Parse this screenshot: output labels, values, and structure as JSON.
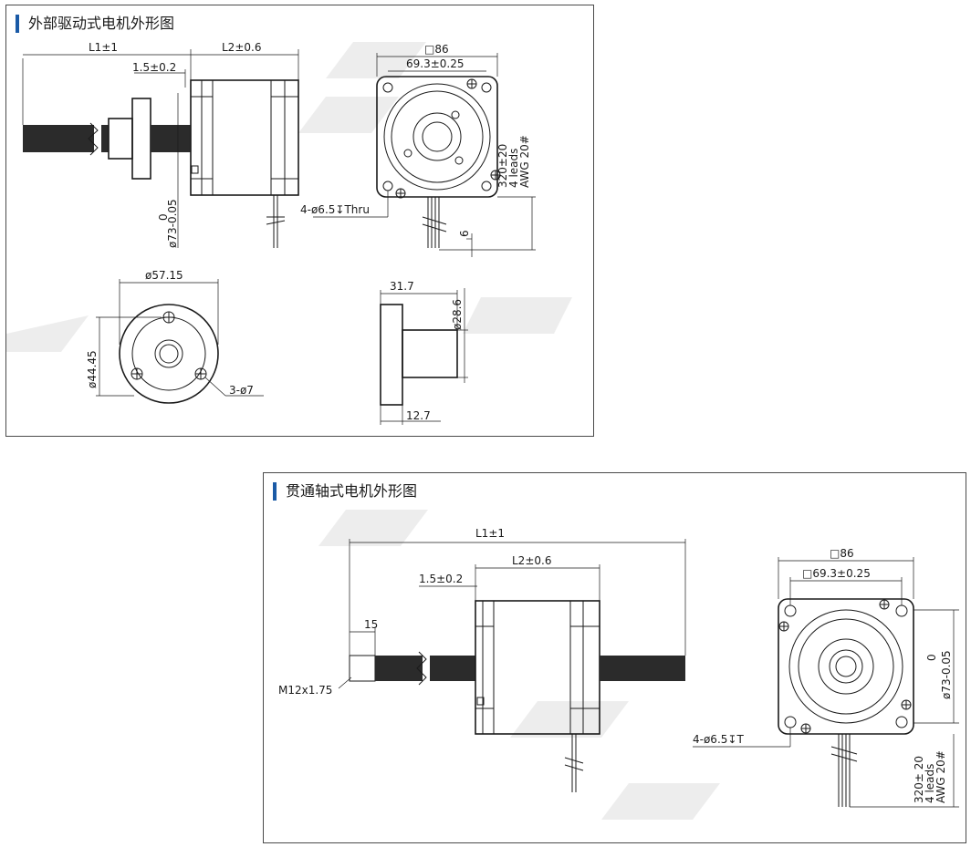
{
  "panel1": {
    "title": "外部驱动式电机外形图",
    "labels": {
      "l1": "L1±1",
      "l2": "L2±0.6",
      "gap": "1.5±0.2",
      "sq": "□86",
      "pitch": "69.3±0.25",
      "pilot": "ø73-0.05",
      "pilot_upper": "0",
      "holes": "4-ø6.5↧Thru",
      "lead_len": "320±20",
      "leads": "4 leads",
      "awg": "AWG 20#",
      "lead_gap": "6",
      "nut_od": "ø57.15",
      "nut_bolt": "ø44.45",
      "nut_holes": "3-ø7",
      "nut_len": "31.7",
      "nut_bore": "ø28.6",
      "nut_flange": "12.7"
    }
  },
  "panel2": {
    "title": "贯通轴式电机外形图",
    "labels": {
      "l1": "L1±1",
      "l2": "L2±0.6",
      "gap": "1.5±0.2",
      "thread_len": "15",
      "thread": "M12x1.75",
      "sq": "□86",
      "pitch": "□69.3±0.25",
      "pilot": "ø73-0.05",
      "pilot_upper": "0",
      "holes": "4-ø6.5↧T",
      "lead_len": "320± 20",
      "leads": "4 leads",
      "awg": "AWG 20#"
    }
  }
}
